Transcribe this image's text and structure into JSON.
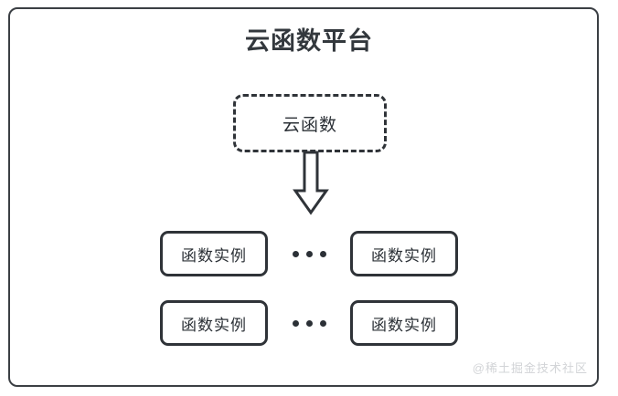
{
  "diagram": {
    "title": "云函数平台",
    "accent_color": "#2f3338",
    "border_color": "#3b3f44",
    "text_color": "#2b3036",
    "background_color": "#ffffff",
    "watermark_color": "#d2d4d7",
    "function_box": {
      "label": "云函数",
      "border_style": "dashed"
    },
    "arrow": {
      "icon": "down-block-arrow-icon",
      "direction": "down"
    },
    "instance_rows": [
      {
        "left": {
          "label": "函数实例"
        },
        "separator": "•••",
        "right": {
          "label": "函数实例"
        }
      },
      {
        "left": {
          "label": "函数实例"
        },
        "separator": "•••",
        "right": {
          "label": "函数实例"
        }
      }
    ],
    "watermark": "@稀土掘金技术社区"
  }
}
